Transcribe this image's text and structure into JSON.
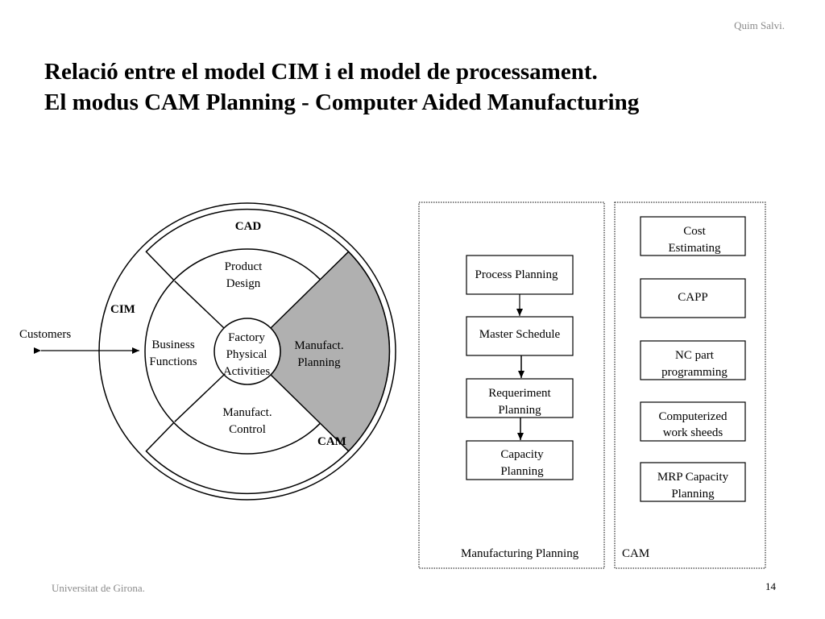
{
  "slide": {
    "author": "Quim Salvi.",
    "title_line1": "Relació entre el model CIM i el model de processament.",
    "title_line2": "El modus CAM Planning - Computer Aided Manufacturing",
    "footer": "Universitat de Girona.",
    "page_number": "14"
  },
  "wheel": {
    "outer_label": "CIM",
    "cad_label": "CAD",
    "cam_label": "CAM",
    "customers_label": "Customers",
    "center": [
      "Factory",
      "Physical",
      "Activities"
    ],
    "top": [
      "Product",
      "Design"
    ],
    "left": [
      "Business",
      "Functions"
    ],
    "right": [
      "Manufact.",
      "Planning"
    ],
    "bottom": [
      "Manufact.",
      "Control"
    ],
    "highlight_color": "#b0b0b0"
  },
  "manufacturing_planning": {
    "caption": "Manufacturing Planning",
    "steps": [
      {
        "lines": [
          "Process Planning"
        ]
      },
      {
        "lines": [
          "Master Schedule"
        ]
      },
      {
        "lines": [
          "Requeriment",
          "Planning"
        ]
      },
      {
        "lines": [
          "Capacity",
          "Planning"
        ]
      }
    ]
  },
  "cam": {
    "caption": "CAM",
    "items": [
      {
        "lines": [
          "Cost",
          "Estimating"
        ]
      },
      {
        "lines": [
          "CAPP"
        ]
      },
      {
        "lines": [
          "NC part",
          "programming"
        ]
      },
      {
        "lines": [
          "Computerized",
          "work sheeds"
        ]
      },
      {
        "lines": [
          "MRP Capacity",
          "Planning"
        ]
      }
    ]
  }
}
